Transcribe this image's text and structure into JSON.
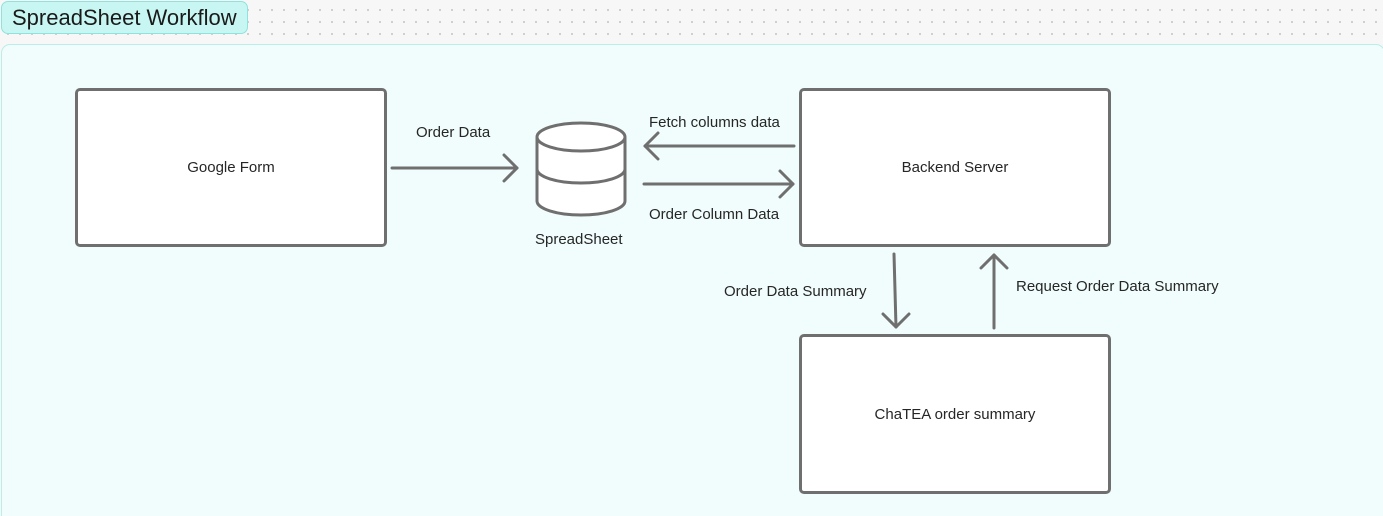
{
  "title": "SpreadSheet Workflow",
  "nodes": {
    "google_form": "Google Form",
    "spreadsheet": "SpreadSheet",
    "backend_server": "Backend Server",
    "chatea": "ChaTEA order summary"
  },
  "edges": {
    "order_data": "Order Data",
    "fetch_columns": "Fetch columns data",
    "order_column_data": "Order Column Data",
    "order_data_summary": "Order Data Summary",
    "request_summary": "Request Order Data Summary"
  },
  "colors": {
    "stroke": "#6f6f6f",
    "badge_bg": "#c8f7f3",
    "frame_bg": "#f1fdfc"
  },
  "icons": {
    "spreadsheet": "database-cylinder-icon"
  }
}
